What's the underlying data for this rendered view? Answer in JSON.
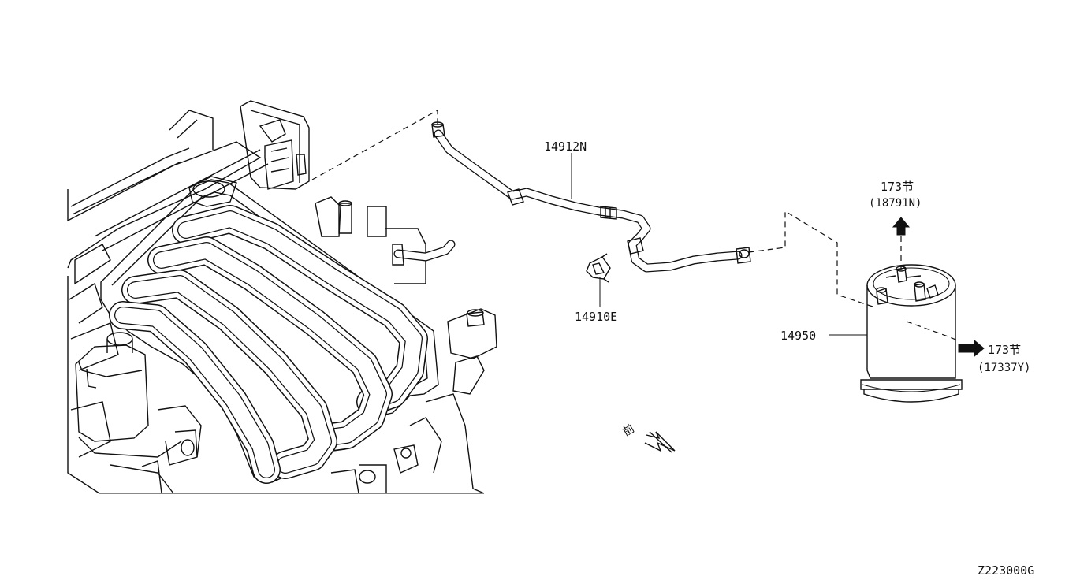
{
  "labels": {
    "hose": "14912N",
    "clip": "14910E",
    "canister": "14950",
    "ref_up_section": "173节",
    "ref_up_part": "(18791N)",
    "ref_right_section": "173节",
    "ref_right_part": "(17337Y)",
    "front_mark": "前",
    "diagram_code": "Z223000G"
  },
  "colors": {
    "ink": "#111111",
    "paper": "#ffffff"
  },
  "icons": {
    "front_arrow": "front-direction-arrow-icon",
    "ref_arrow": "reference-arrow-icon"
  }
}
